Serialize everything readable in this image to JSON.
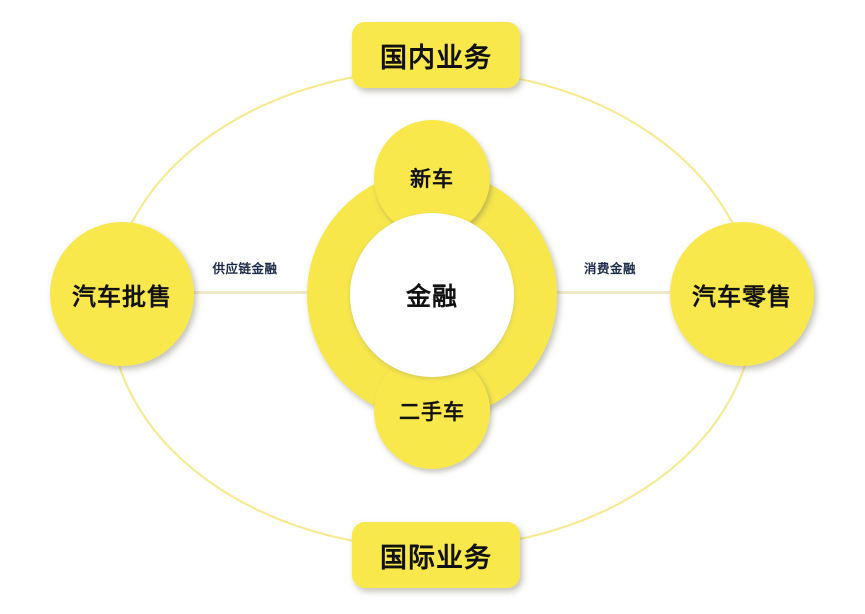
{
  "diagram": {
    "type": "concentric-business-structure",
    "background_color": "#ffffff",
    "palette": {
      "yellow_fill": "#F7E74B",
      "yellow_fill_alt": "#F8E84C",
      "ellipse_stroke": "#F6E98F",
      "connector_line": "#F3EBC8",
      "text_dark": "#111111",
      "edge_label_text": "#1d2b4a",
      "inner_white": "#ffffff",
      "shadow": "rgba(120,120,110,0.45)"
    },
    "outer_ring": {
      "label": "outer-business-scope-ellipse"
    },
    "boxes": [
      {
        "id": "domestic",
        "label": "国内业务",
        "position": "top"
      },
      {
        "id": "international",
        "label": "国际业务",
        "position": "bottom"
      }
    ],
    "side_circles": [
      {
        "id": "wholesale",
        "label": "汽车批售",
        "position": "left"
      },
      {
        "id": "retail",
        "label": "汽车零售",
        "position": "right"
      }
    ],
    "center": {
      "hub_label": "金融",
      "ring_label": "finance-ring"
    },
    "satellites": [
      {
        "id": "new-car",
        "label": "新车",
        "position": "top"
      },
      {
        "id": "used-car",
        "label": "二手车",
        "position": "bottom"
      }
    ],
    "connectors": [
      {
        "id": "supply-chain-finance",
        "label": "供应链金融",
        "from": "汽车批售",
        "to": "金融"
      },
      {
        "id": "consumer-finance",
        "label": "消费金融",
        "from": "金融",
        "to": "汽车零售"
      }
    ]
  }
}
